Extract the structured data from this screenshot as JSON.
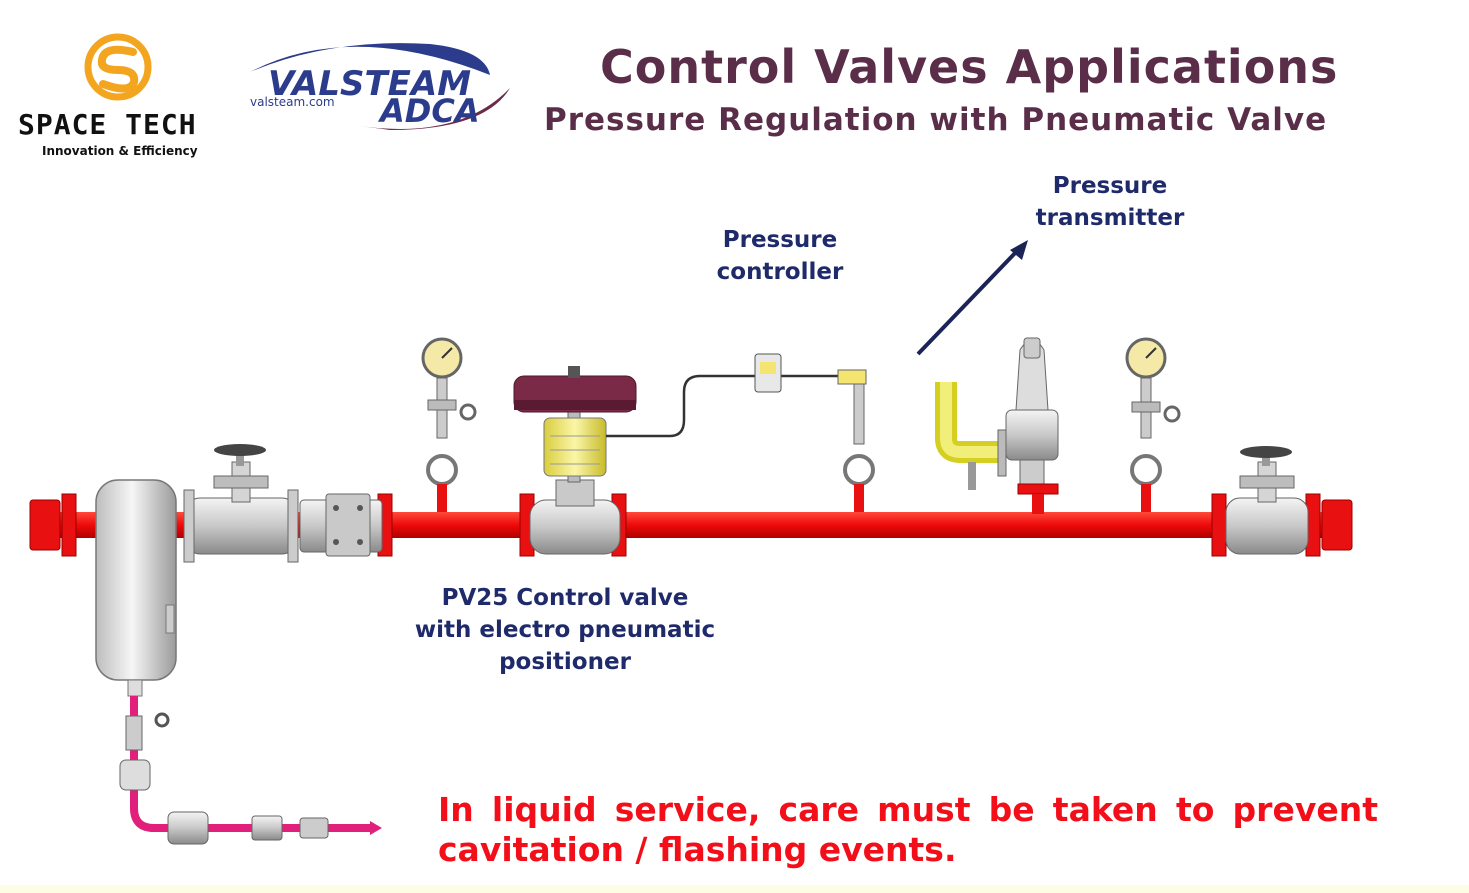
{
  "header": {
    "title": "Control Valves Applications",
    "subtitle": "Pressure Regulation with Pneumatic Valve"
  },
  "logos": {
    "space_tech": {
      "name": "SPACE TECH",
      "tagline": "Innovation & Efficiency"
    },
    "valsteam": {
      "word1": "VALSTEAM",
      "word2": "ADCA",
      "url": "valsteam.com"
    }
  },
  "labels": {
    "pressure_controller": [
      "Pressure",
      "controller"
    ],
    "pressure_transmitter": [
      "Pressure",
      "transmitter"
    ],
    "control_valve": [
      "PV25 Control valve",
      "with electro pneumatic",
      "positioner"
    ]
  },
  "warning": "In liquid service, care must be taken to prevent cavitation / flashing events.",
  "colors": {
    "pipe": "#f01010",
    "title": "#5a2e49",
    "label": "#1f2a6b",
    "warning": "#f20f1a",
    "logo_orange": "#f4a520",
    "logo_blue": "#2c3c8c",
    "actuator": "#7a2a46",
    "positioner": "#f2ea78",
    "drain": "#e0207a"
  }
}
